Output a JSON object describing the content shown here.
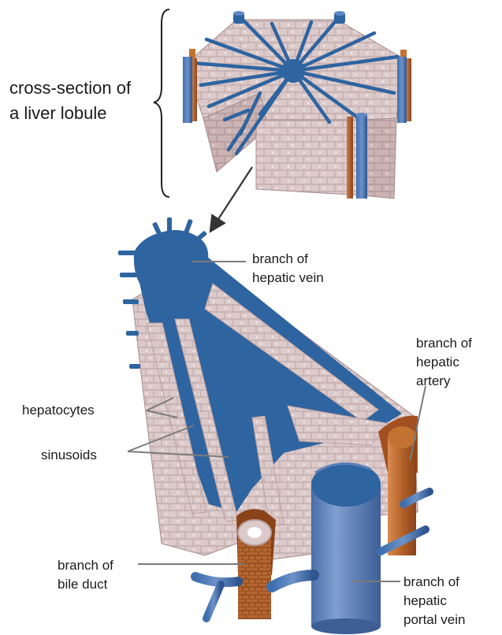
{
  "colors": {
    "vein_blue": "#2e64a0",
    "portal_blue": "#5b7fb8",
    "tissue_pink": "#dccaca",
    "cell_outline": "#b9a0a0",
    "artery_orange": "#c27332",
    "bile_brown": "#a95a2c",
    "leader_gray": "#7a7a7a",
    "arrow_dark": "#333333"
  },
  "labels": {
    "lobule_line1": "cross-section of",
    "lobule_line2": "a liver lobule",
    "hepatic_vein_line1": "branch of",
    "hepatic_vein_line2": "hepatic vein",
    "hepatic_artery_line1": "branch of",
    "hepatic_artery_line2": "hepatic",
    "hepatic_artery_line3": "artery",
    "hepatocytes": "hepatocytes",
    "sinusoids": "sinusoids",
    "bile_duct_line1": "branch of",
    "bile_duct_line2": "bile duct",
    "portal_vein_line1": "branch of",
    "portal_vein_line2": "hepatic",
    "portal_vein_line3": "portal vein"
  }
}
